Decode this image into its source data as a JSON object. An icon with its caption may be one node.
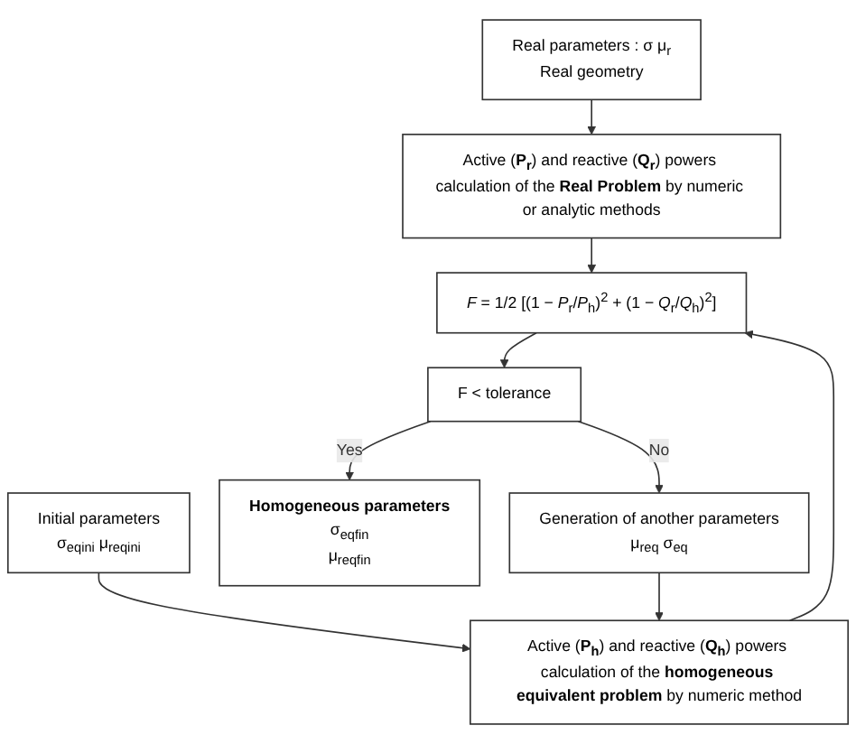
{
  "diagram": {
    "nodes": [
      {
        "text": [
          "Real parameters : σ μ$_{r}$",
          "Real geometry"
        ]
      },
      {
        "text": [
          "Initial parameters",
          "σ$_{eqini}$ μ$_{r}$$_{eqini}$"
        ]
      },
      {
        "text": [
          "Active (**P$_{r}$**) and reactive (**Q$_{r}$**) powers calculation of the **Real Problem** by numeric or analytic methods"
        ]
      },
      {
        "text": [
          "Active (**P$_{h}$**) and reactive (**Q$_{h}$**) powers calculation of the **homogeneous equivalent problem** by numeric method"
        ]
      },
      {
        "text": [
          "*F* = 1/2 [(1 − *P*$_{r}$/*P*$_{h}$)$^{2}$ + (1 − *Q*$_{r}$/*Q*$_{h}$)$^{2}$]"
        ]
      },
      {
        "text": [
          "F < tolerance"
        ]
      },
      {
        "text": [
          "**Homogeneous parameters**",
          "σ$_{eqfin}$",
          "μ$_{r}$$_{eqfin}$"
        ]
      },
      {
        "text": [
          "Generation of another parameters",
          "μ$_{r}$$_{eq}$ σ$_{eq}$"
        ]
      }
    ],
    "edges": [
      {
        "from": 0,
        "to": 2,
        "arrow": "to"
      },
      {
        "from": 1,
        "to": 3,
        "arrow": "to"
      },
      {
        "from": 2,
        "to": 4,
        "arrow": "to"
      },
      {
        "from": 3,
        "to": 4,
        "arrow": "to"
      },
      {
        "from": 4,
        "to": 5,
        "arrow": "to"
      },
      {
        "from": 5,
        "to": 6,
        "label": "Yes",
        "arrow": "to"
      },
      {
        "from": 5,
        "to": 7,
        "label": "No",
        "arrow": "to"
      },
      {
        "from": 7,
        "to": 3,
        "arrow": "to"
      }
    ]
  }
}
